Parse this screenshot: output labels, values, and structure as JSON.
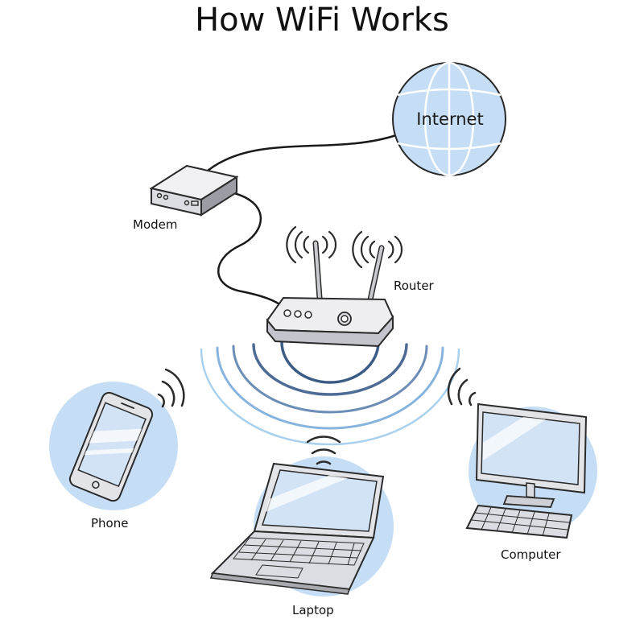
{
  "title": "How WiFi Works",
  "nodes": {
    "internet": "Internet",
    "modem": "Modem",
    "router": "Router",
    "phone": "Phone",
    "laptop": "Laptop",
    "computer": "Computer"
  },
  "colors": {
    "device_circle": "#c6def5",
    "screen": "#d2e3f6",
    "wave_dark": "#3c5c86",
    "wave_light": "#a9d1ee",
    "device_body": "#dcdde2",
    "outline": "#2a2a2a"
  },
  "icons": {
    "internet": "globe-icon",
    "modem": "modem-icon",
    "router": "router-icon",
    "phone": "smartphone-icon",
    "laptop": "laptop-icon",
    "computer": "desktop-computer-icon"
  }
}
